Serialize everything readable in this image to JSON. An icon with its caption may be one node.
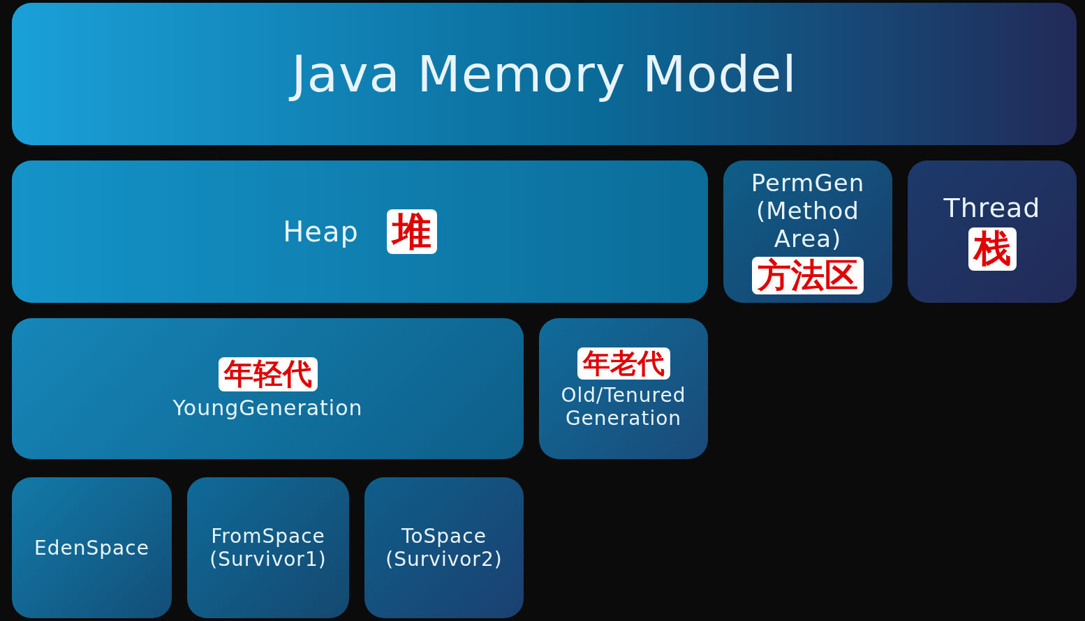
{
  "diagram": {
    "nodes": [
      {
        "text": [
          "Java Memory Model"
        ]
      },
      {
        "text": [
          "Heap",
          "堆"
        ]
      },
      {
        "text": [
          "PermGen (Method Area)",
          "方法区"
        ]
      },
      {
        "text": [
          "Thread",
          "栈"
        ]
      },
      {
        "text": [
          "年轻代",
          "YoungGeneration"
        ]
      },
      {
        "text": [
          "年老代",
          "Old/Tenured Generation"
        ]
      },
      {
        "text": [
          "EdenSpace"
        ]
      },
      {
        "text": [
          "FromSpace (Survivor1)"
        ]
      },
      {
        "text": [
          "ToSpace (Survivor2)"
        ]
      }
    ]
  }
}
